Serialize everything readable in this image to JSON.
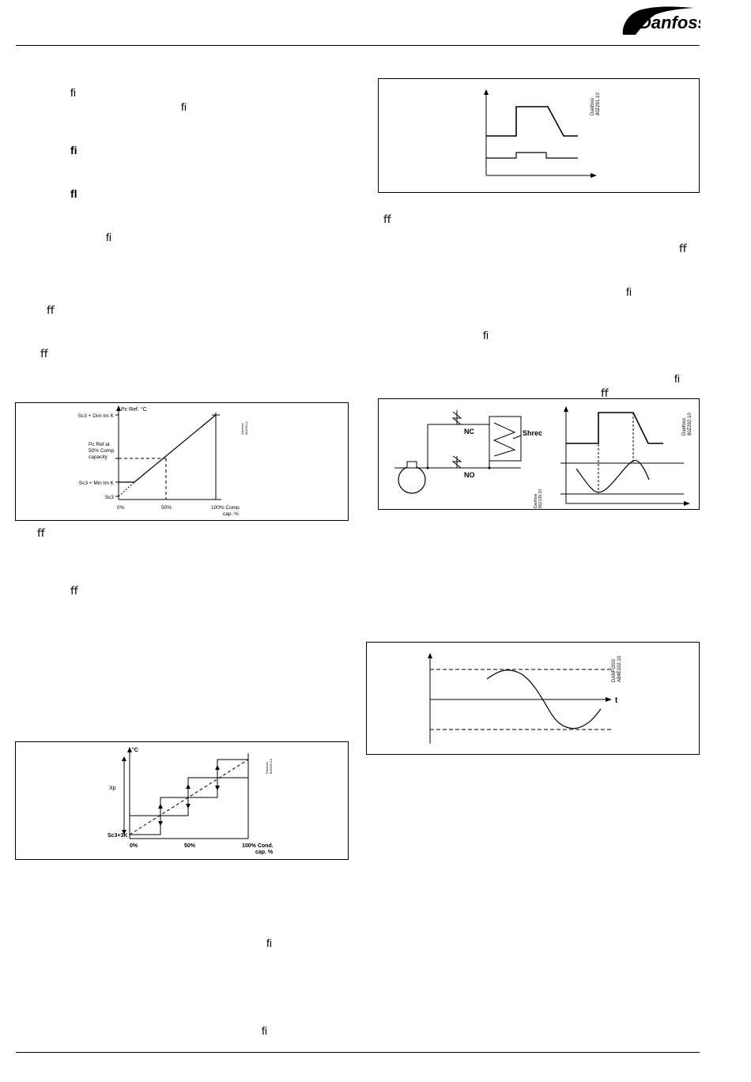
{
  "header": {
    "brand": "Danfoss"
  },
  "ligatures": [
    {
      "id": "l1",
      "text": "ﬁ",
      "bold": false
    },
    {
      "id": "l2",
      "text": "ﬁ",
      "bold": false
    },
    {
      "id": "l3",
      "text": "ﬁ",
      "bold": true
    },
    {
      "id": "l4",
      "text": "ﬂ",
      "bold": true
    },
    {
      "id": "l5",
      "text": "ﬁ",
      "bold": false
    },
    {
      "id": "l6",
      "text": "ﬀ",
      "bold": false
    },
    {
      "id": "l7",
      "text": "ﬀ",
      "bold": false
    },
    {
      "id": "l8",
      "text": "ﬀ",
      "bold": false
    },
    {
      "id": "l9",
      "text": "ﬀ",
      "bold": false
    },
    {
      "id": "l10",
      "text": "ﬁ",
      "bold": false
    },
    {
      "id": "l11",
      "text": "ﬁ",
      "bold": false
    },
    {
      "id": "r1",
      "text": "ﬀ",
      "bold": false
    },
    {
      "id": "r2",
      "text": "ﬀ",
      "bold": false
    },
    {
      "id": "r3",
      "text": "ﬁ",
      "bold": false
    },
    {
      "id": "r4",
      "text": "ﬁ",
      "bold": false
    },
    {
      "id": "r5",
      "text": "ﬁ",
      "bold": false
    },
    {
      "id": "r6",
      "text": "ﬀ",
      "bold": false
    }
  ],
  "fig1": {
    "y_axis_label": "Pc Ref. °C",
    "y_labels": [
      "Sc3 + Dim tm K",
      "Pc Ref at",
      "50% Comp.",
      "capacity",
      "Sc3 + Min tm K",
      "Sc3"
    ],
    "x_labels": [
      "0%",
      "50%",
      "100% Comp.",
      "cap. %"
    ],
    "code": [
      "Danfoss",
      "80Z250.1"
    ]
  },
  "fig2": {
    "y_axis_label": "°C",
    "y_labels": [
      "Xp",
      "Sc3+3K"
    ],
    "x_labels": [
      "0%",
      "50%",
      "100% Cond.",
      "cap. %"
    ],
    "code": [
      "Danfoss",
      "80Z256.10"
    ]
  },
  "fig3": {
    "code": [
      "Danfoss",
      "80Z291.10"
    ]
  },
  "fig4": {
    "valve_top": "NC",
    "valve_bottom": "NO",
    "coil_label": "Shrec",
    "code_left": [
      "Danfoss",
      "80Z139.10"
    ],
    "code_right": [
      "Danfoss",
      "80Z292.10"
    ]
  },
  "fig5": {
    "t_label": "t",
    "code": [
      "DANFOSS",
      "A84E102.10"
    ]
  }
}
